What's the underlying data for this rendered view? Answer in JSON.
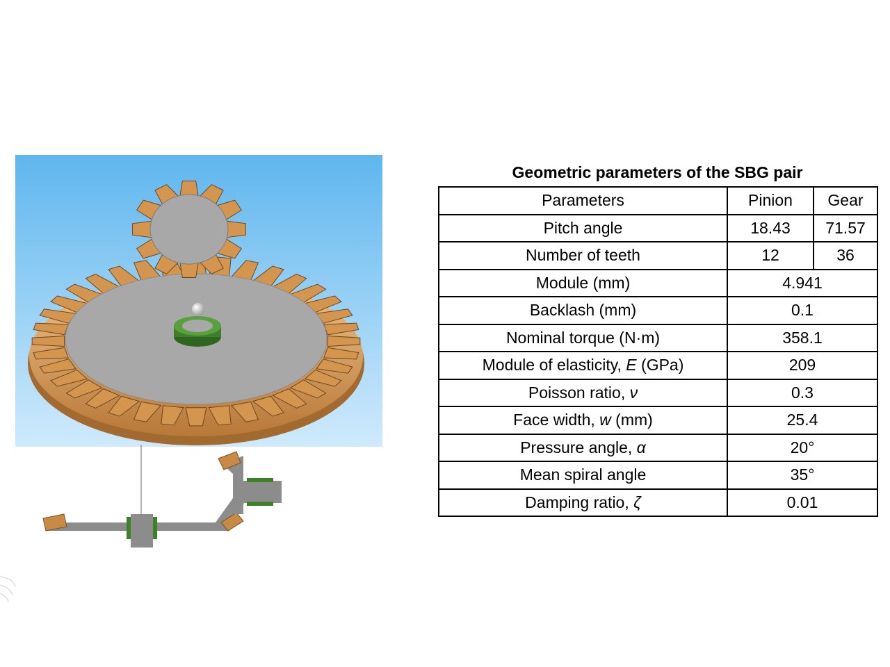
{
  "table": {
    "title": "Geometric parameters of the SBG pair",
    "header": [
      "Parameters",
      "Pinion",
      "Gear"
    ],
    "rows": [
      {
        "parameter": "Pitch angle",
        "pinion": "18.43",
        "gear": "71.57"
      },
      {
        "parameter": "Number of teeth",
        "pinion": "12",
        "gear": "36"
      },
      {
        "parameter": "Module (mm)",
        "value": "4.941"
      },
      {
        "parameter": "Backlash (mm)",
        "value": "0.1"
      },
      {
        "parameter": "Nominal torque (N·m)",
        "value": "358.1"
      },
      {
        "parameter_pre": "Module of elasticity, ",
        "symbol": "E",
        "parameter_post": " (GPa)",
        "value": "209"
      },
      {
        "parameter_pre": "Poisson ratio, ",
        "symbol": "ν",
        "value": "0.3"
      },
      {
        "parameter_pre": "Face width, ",
        "symbol": "w",
        "parameter_post": " (mm)",
        "value": "25.4"
      },
      {
        "parameter_pre": "Pressure angle, ",
        "symbol": "α",
        "value": "20°"
      },
      {
        "parameter": "Mean spiral angle",
        "value": "35°"
      },
      {
        "parameter_pre": "Damping ratio, ",
        "symbol": "ζ",
        "value": "0.01"
      }
    ]
  },
  "colors": {
    "sky_top": "#5fb6ee",
    "sky_bottom": "#cfeafc",
    "gear_bronze": "#d4964f",
    "gear_face": "#a8a8a8",
    "hub_green": "#3f7f2a",
    "section_grey": "#8c8c8c"
  }
}
